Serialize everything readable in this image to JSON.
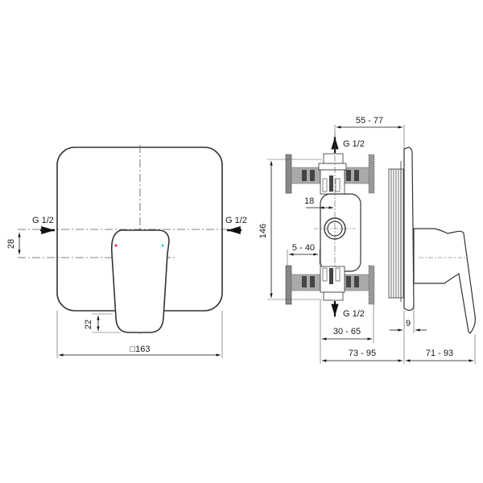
{
  "front_view": {
    "inlet_left_label": "G 1/2",
    "inlet_right_label": "G 1/2",
    "dim_28": "28",
    "dim_22": "22",
    "dim_163": "□163",
    "hot_color": "#ff2020",
    "cold_color": "#20d0e0"
  },
  "side_view": {
    "dim_55_77": "55 - 77",
    "top_outlet_label": "G 1/2",
    "dim_18": "18",
    "dim_146": "146",
    "dim_5_40": "5 - 40",
    "bottom_outlet_label": "G 1/2",
    "dim_30_65": "30 - 65",
    "dim_9": "9",
    "dim_73_95": "73 - 95",
    "dim_71_93": "71 - 93"
  }
}
